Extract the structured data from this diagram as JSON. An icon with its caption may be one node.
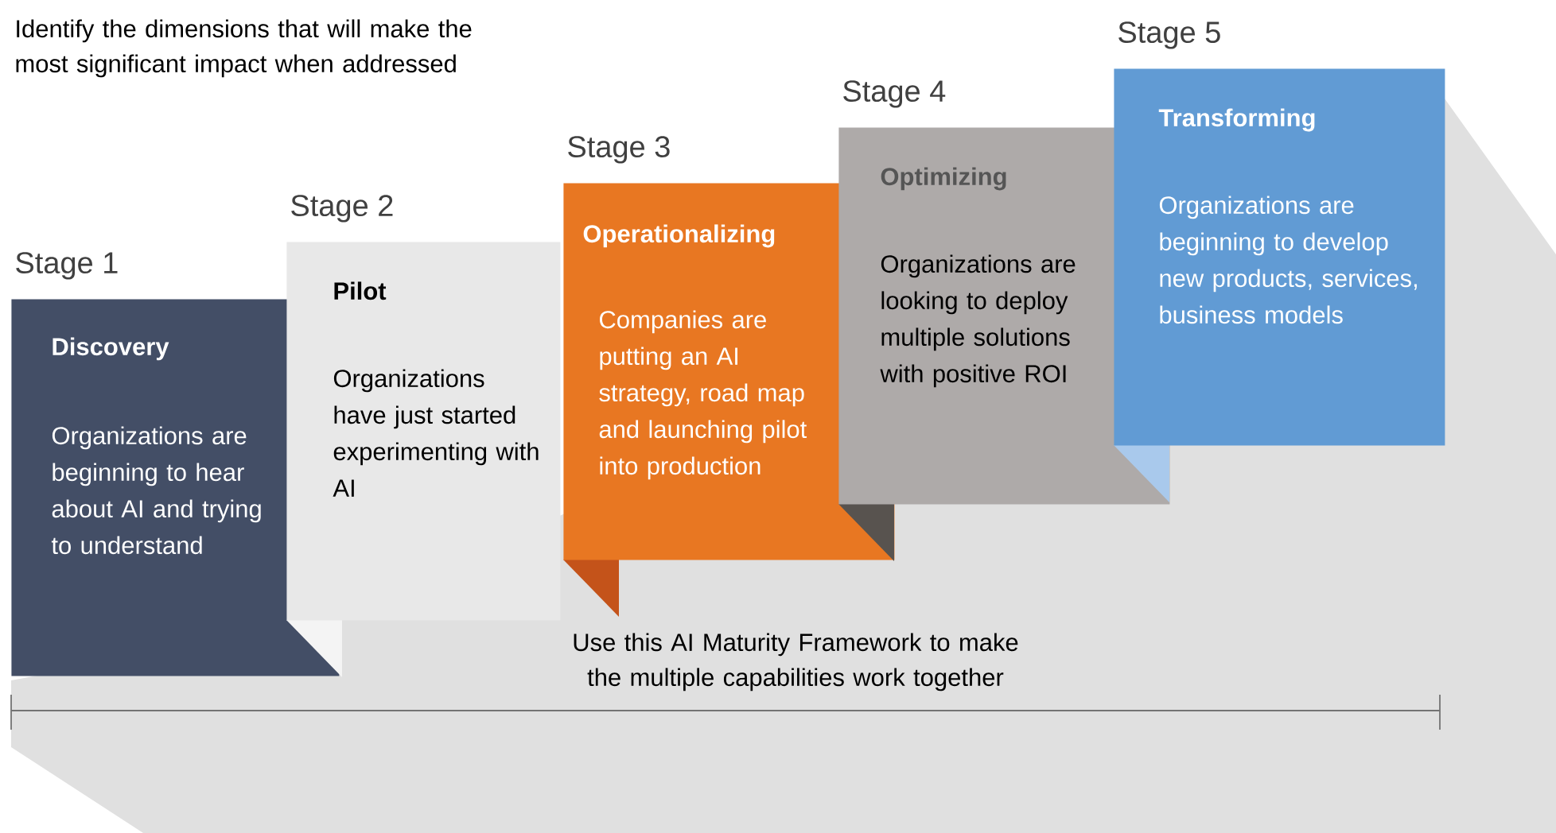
{
  "diagram": {
    "nodes": [
      {
        "text": [
          "Discovery",
          "Organizations are beginning to hear about AI and trying to understand"
        ],
        "beside": [
          "Stage 1"
        ]
      },
      {
        "text": [
          "Pilot",
          "Organizations have just started experimenting with AI"
        ],
        "beside": [
          "Stage 2"
        ]
      },
      {
        "text": [
          "Operationalizing",
          "Companies are putting an AI strategy, road map and launching pilot into production"
        ],
        "beside": [
          "Stage 3"
        ]
      },
      {
        "text": [
          "Optimizing",
          "Organizations are looking to deploy multiple solutions with positive ROI"
        ],
        "beside": [
          "Stage 4"
        ]
      },
      {
        "text": [
          "Transforming",
          "Organizations are beginning to develop new products, services, business models"
        ],
        "beside": [
          "Stage 5"
        ]
      }
    ],
    "labels": [
      "Identify the dimensions that will make the most significant impact when addressed",
      "Use this AI Maturity Framework to make the multiple capabilities work together"
    ]
  }
}
